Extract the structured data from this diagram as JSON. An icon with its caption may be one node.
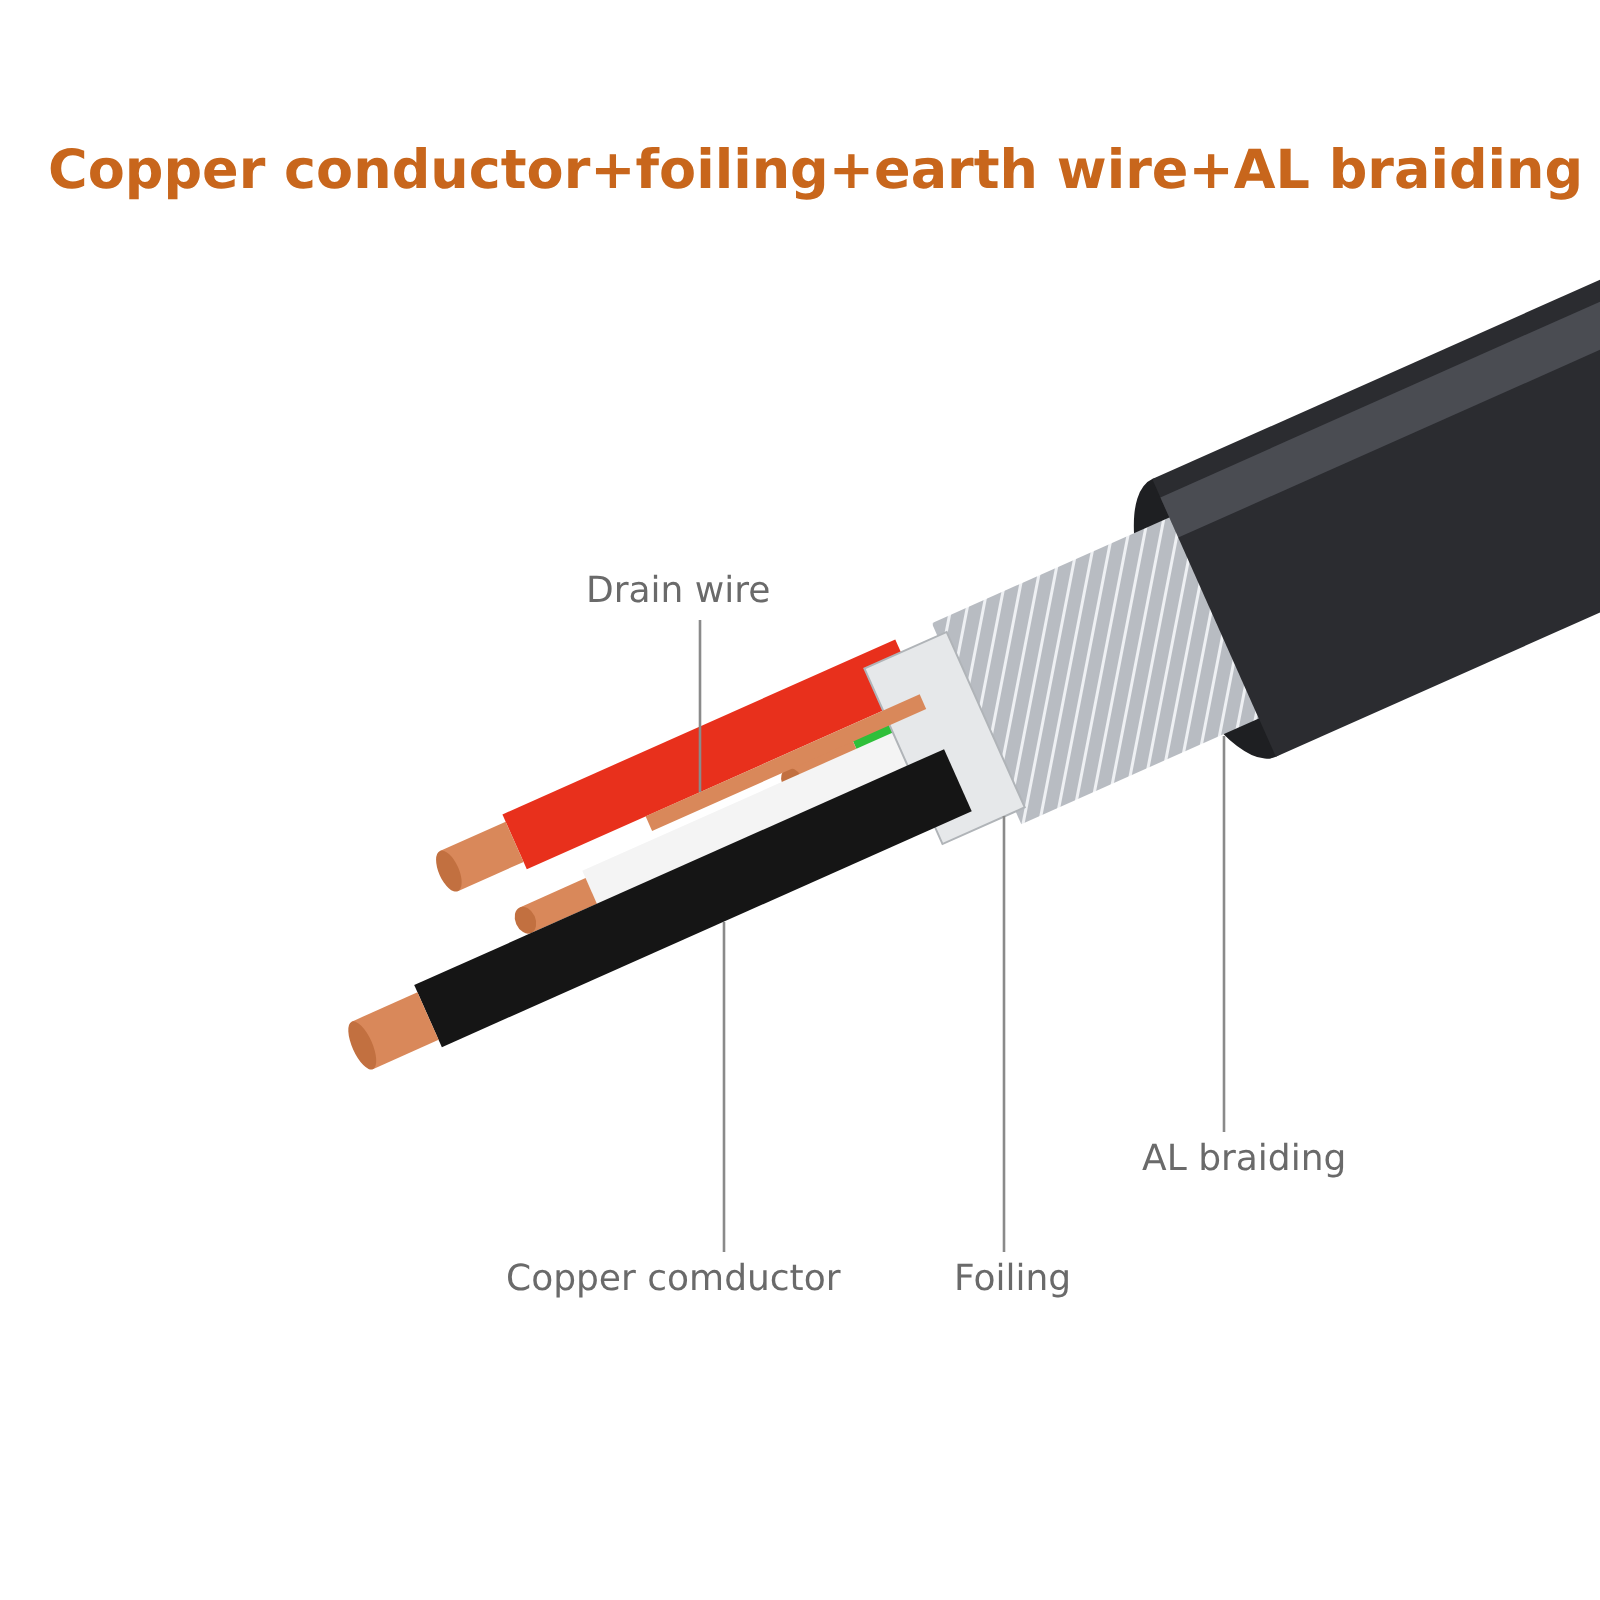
{
  "diagram": {
    "title": "Copper conductor+foiling+earth wire+AL braiding",
    "nodes": [
      {
        "text": [
          "Drain wire"
        ]
      },
      {
        "text": [],
        "shape": "picture"
      },
      {
        "text": [
          "Copper comductor"
        ]
      },
      {
        "text": [],
        "shape": "picture"
      },
      {
        "text": [
          "Foiling"
        ]
      },
      {
        "text": [],
        "shape": "picture"
      },
      {
        "text": [
          "AL braiding"
        ]
      },
      {
        "text": [],
        "shape": "picture"
      }
    ],
    "edges": [
      {
        "from": 0,
        "to": 1,
        "arrow": "none"
      },
      {
        "from": 2,
        "to": 3,
        "arrow": "none"
      },
      {
        "from": 4,
        "to": 5,
        "arrow": "none"
      },
      {
        "from": 6,
        "to": 7,
        "arrow": "none"
      }
    ]
  }
}
